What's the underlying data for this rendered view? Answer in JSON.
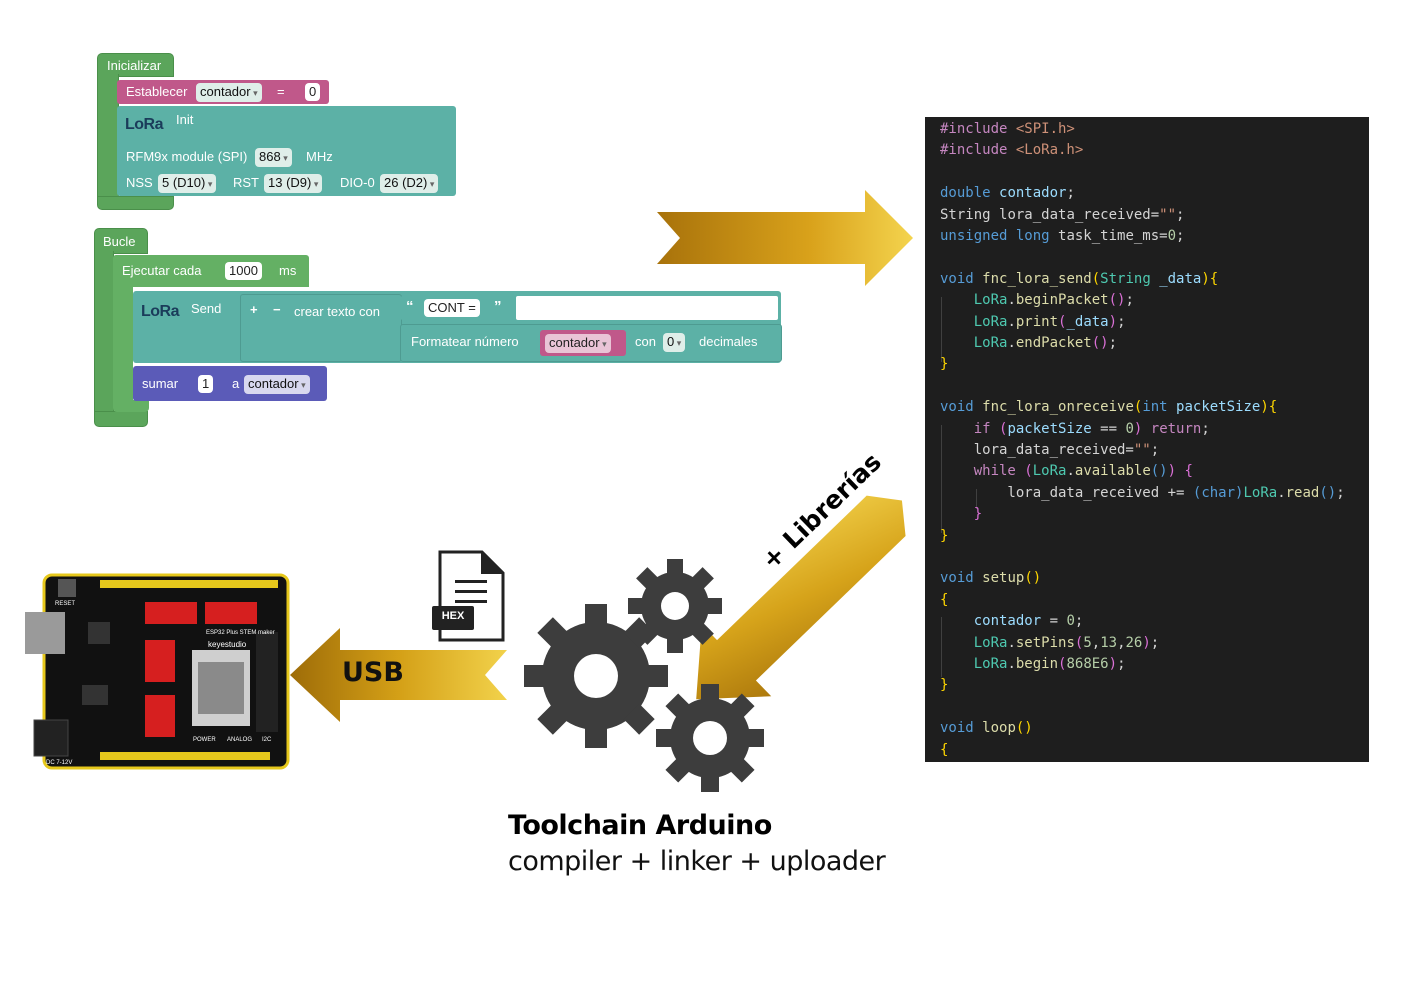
{
  "blocks": {
    "init": {
      "hat_label": "Inicializar",
      "set_label": "Establecer",
      "set_var": "contador",
      "set_eq": "=",
      "set_value": "0",
      "lora_logo": "LoRa",
      "lora_init_label": "Init",
      "module_label": "RFM9x module (SPI)",
      "freq_value": "868",
      "freq_unit": "MHz",
      "nss_label": "NSS",
      "nss_value": "5 (D10)",
      "rst_label": "RST",
      "rst_value": "13 (D9)",
      "dio_label": "DIO-0",
      "dio_value": "26 (D2)"
    },
    "loop": {
      "hat_label": "Bucle",
      "every_label": "Ejecutar cada",
      "every_value": "1000",
      "every_unit": "ms",
      "lora_logo": "LoRa",
      "send_label": "Send",
      "plus": "+",
      "minus": "−",
      "create_text_label": "crear texto con",
      "text_value": "CONT =",
      "format_label": "Formatear número",
      "format_var": "contador",
      "with_label": "con",
      "decimals_value": "0",
      "decimals_label": "decimales",
      "add_label": "sumar",
      "add_value": "1",
      "add_to_label": "a",
      "add_var": "contador"
    }
  },
  "code_lines": [
    {
      "tokens": [
        [
          "ctl",
          "#include "
        ],
        [
          "str",
          "<SPI.h>"
        ]
      ]
    },
    {
      "tokens": [
        [
          "ctl",
          "#include "
        ],
        [
          "str",
          "<LoRa.h>"
        ]
      ]
    },
    {
      "tokens": []
    },
    {
      "tokens": [
        [
          "kw",
          "double "
        ],
        [
          "var",
          "contador"
        ],
        [
          "",
          "; "
        ]
      ]
    },
    {
      "tokens": [
        [
          "",
          "String "
        ],
        [
          "",
          "lora_data_received="
        ],
        [
          "str",
          "\"\""
        ],
        [
          "",
          ";"
        ]
      ]
    },
    {
      "tokens": [
        [
          "kw",
          "unsigned long "
        ],
        [
          "",
          "task_time_ms="
        ],
        [
          "num",
          "0"
        ],
        [
          "",
          ";"
        ]
      ]
    },
    {
      "tokens": []
    },
    {
      "tokens": [
        [
          "kw",
          "void "
        ],
        [
          "fn",
          "fnc_lora_send"
        ],
        [
          "br",
          "("
        ],
        [
          "ty",
          "String "
        ],
        [
          "var",
          "_data"
        ],
        [
          "br",
          ")"
        ],
        [
          "br",
          "{"
        ]
      ]
    },
    {
      "tokens": [
        [
          "",
          "    "
        ],
        [
          "ty",
          "LoRa"
        ],
        [
          "",
          "."
        ],
        [
          "fn",
          "beginPacket"
        ],
        [
          "br2",
          "()"
        ],
        [
          "",
          ";"
        ]
      ]
    },
    {
      "tokens": [
        [
          "",
          "    "
        ],
        [
          "ty",
          "LoRa"
        ],
        [
          "",
          "."
        ],
        [
          "fn",
          "print"
        ],
        [
          "br2",
          "("
        ],
        [
          "var",
          "_data"
        ],
        [
          "br2",
          ")"
        ],
        [
          "",
          ";"
        ]
      ]
    },
    {
      "tokens": [
        [
          "",
          "    "
        ],
        [
          "ty",
          "LoRa"
        ],
        [
          "",
          "."
        ],
        [
          "fn",
          "endPacket"
        ],
        [
          "br2",
          "()"
        ],
        [
          "",
          ";"
        ]
      ]
    },
    {
      "tokens": [
        [
          "br",
          "}"
        ]
      ]
    },
    {
      "tokens": []
    },
    {
      "tokens": [
        [
          "kw",
          "void "
        ],
        [
          "fn",
          "fnc_lora_onreceive"
        ],
        [
          "br",
          "("
        ],
        [
          "kw",
          "int "
        ],
        [
          "var",
          "packetSize"
        ],
        [
          "br",
          ")"
        ],
        [
          "br",
          "{"
        ]
      ]
    },
    {
      "tokens": [
        [
          "",
          "    "
        ],
        [
          "ctl",
          "if "
        ],
        [
          "br2",
          "("
        ],
        [
          "var",
          "packetSize "
        ],
        [
          "",
          "== "
        ],
        [
          "num",
          "0"
        ],
        [
          "br2",
          ")"
        ],
        [
          "ctl",
          " return"
        ],
        [
          "",
          ";"
        ]
      ]
    },
    {
      "tokens": [
        [
          "",
          "    lora_data_received="
        ],
        [
          "str",
          "\"\""
        ],
        [
          "",
          ";"
        ]
      ]
    },
    {
      "tokens": [
        [
          "",
          "    "
        ],
        [
          "ctl",
          "while "
        ],
        [
          "br2",
          "("
        ],
        [
          "ty",
          "LoRa"
        ],
        [
          "",
          "."
        ],
        [
          "fn",
          "available"
        ],
        [
          "kw",
          "()"
        ],
        [
          "br2",
          ")"
        ],
        [
          "br2",
          " {"
        ]
      ]
    },
    {
      "tokens": [
        [
          "",
          "        lora_data_received += "
        ],
        [
          "kw",
          "("
        ],
        [
          "kw",
          "char"
        ],
        [
          "kw",
          ")"
        ],
        [
          "ty",
          "LoRa"
        ],
        [
          "",
          "."
        ],
        [
          "fn",
          "read"
        ],
        [
          "kw",
          "()"
        ],
        [
          "",
          ";"
        ]
      ]
    },
    {
      "tokens": [
        [
          "",
          "    "
        ],
        [
          "br2",
          "}"
        ]
      ]
    },
    {
      "tokens": [
        [
          "br",
          "}"
        ]
      ]
    },
    {
      "tokens": []
    },
    {
      "tokens": [
        [
          "kw",
          "void "
        ],
        [
          "fn",
          "setup"
        ],
        [
          "br",
          "()"
        ]
      ]
    },
    {
      "tokens": [
        [
          "br",
          "{"
        ]
      ]
    },
    {
      "tokens": [
        [
          "",
          "    "
        ],
        [
          "var",
          "contador "
        ],
        [
          "",
          "= "
        ],
        [
          "num",
          "0"
        ],
        [
          "",
          ";"
        ]
      ]
    },
    {
      "tokens": [
        [
          "",
          "    "
        ],
        [
          "ty",
          "LoRa"
        ],
        [
          "",
          "."
        ],
        [
          "fn",
          "setPins"
        ],
        [
          "br2",
          "("
        ],
        [
          "num",
          "5"
        ],
        [
          "",
          ","
        ],
        [
          "num",
          "13"
        ],
        [
          "",
          ","
        ],
        [
          "num",
          "26"
        ],
        [
          "br2",
          ")"
        ],
        [
          "",
          ";"
        ]
      ]
    },
    {
      "tokens": [
        [
          "",
          "    "
        ],
        [
          "ty",
          "LoRa"
        ],
        [
          "",
          "."
        ],
        [
          "fn",
          "begin"
        ],
        [
          "br2",
          "("
        ],
        [
          "num",
          "868E6"
        ],
        [
          "br2",
          ")"
        ],
        [
          "",
          ";"
        ]
      ]
    },
    {
      "tokens": [
        [
          "br",
          "}"
        ]
      ]
    },
    {
      "tokens": []
    },
    {
      "tokens": [
        [
          "kw",
          "void "
        ],
        [
          "fn",
          "loop"
        ],
        [
          "br",
          "()"
        ]
      ]
    },
    {
      "tokens": [
        [
          "br",
          "{"
        ]
      ]
    }
  ],
  "labels": {
    "libraries": "+ Librerías",
    "usb": "USB",
    "hex": "HEX",
    "toolchain_title": "Toolchain Arduino",
    "toolchain_sub": "compiler + linker + uploader"
  },
  "board": {
    "reset": "RESET",
    "title": "ESP32 Plus STEM maker",
    "brand": "keyestudio",
    "power": "POWER",
    "analog": "ANALOG",
    "i2c": "I2C",
    "dc": "DC 7-12V"
  },
  "colors": {
    "arrow_gold": "#d9a21b",
    "code_bg": "#1e1e1e",
    "block_green": "#5ba55b",
    "block_teal": "#5cb1a6",
    "block_pink": "#c0588a",
    "block_violet": "#5b5bb8",
    "gear": "#3d3d3d"
  },
  "icons": [
    "gear-icon",
    "hex-file-icon",
    "lora-logo"
  ]
}
